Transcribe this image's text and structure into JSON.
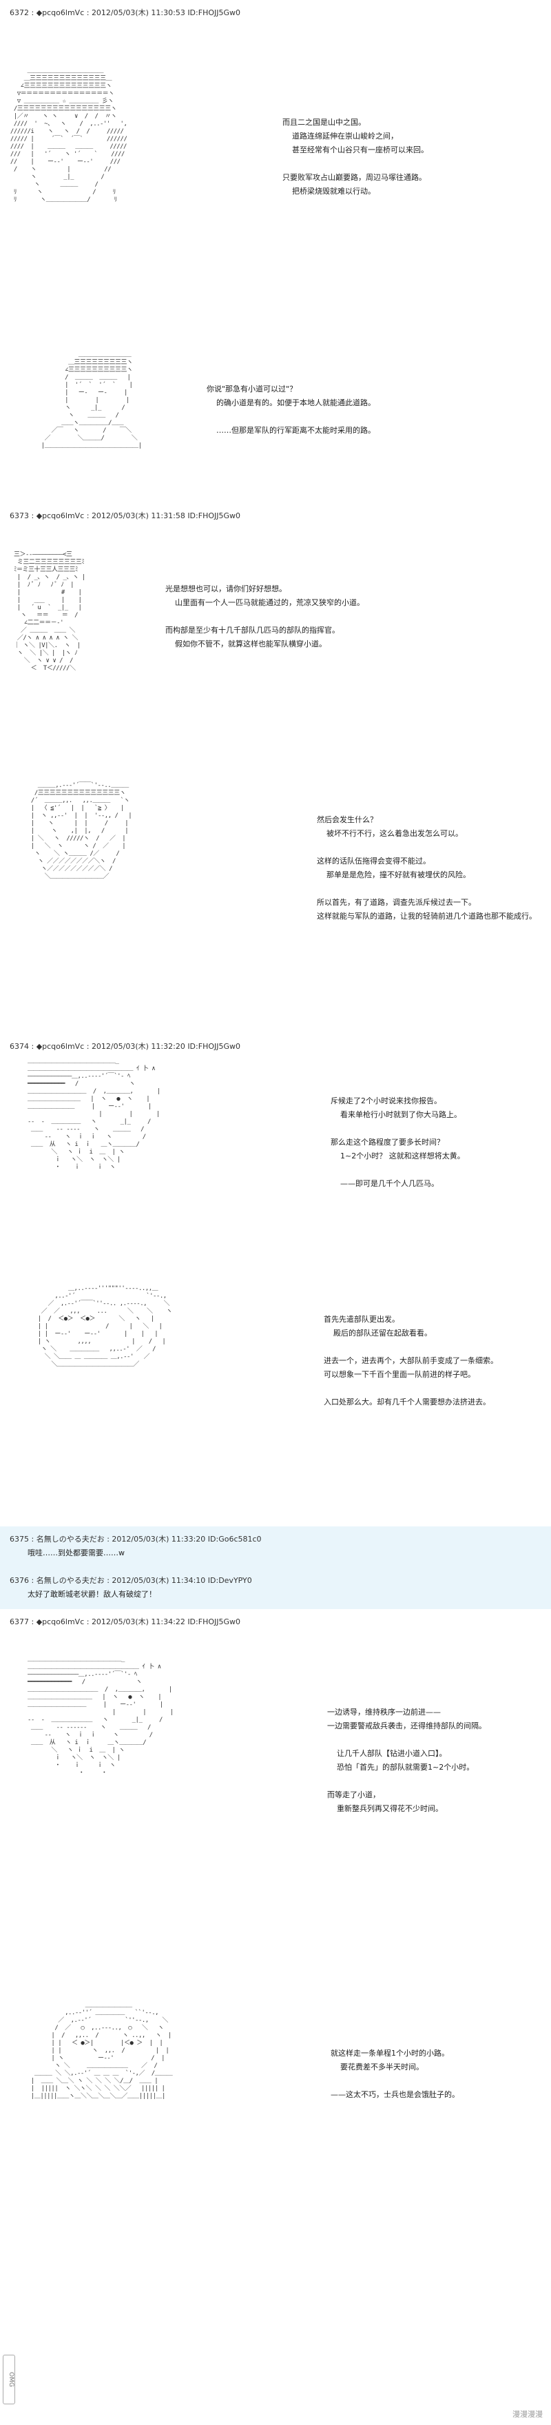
{
  "posts": [
    {
      "header": "6372 : ◆pcqo6lmVc : 2012/05/03(木) 11:30:53 ID:FHOJJ5Gw0",
      "blocks": [
        {
          "lines": [
            "而且二之国是山中之国。",
            "道路连绵延伸在崇山峻岭之间，",
            "甚至经常有个山谷只有一座桥可以来回。",
            "",
            "只要败军攻占山巅要路，周辺马塚往通路。",
            "把桥梁烧毁就难以行动。"
          ]
        },
        {
          "lines": [
            "你说\"那急有小道可以过\"？",
            "的确小道是有的。如便于本地人就能通此道路。",
            "",
            "……但那是军队的行军距离不太能时采用的路。"
          ]
        }
      ]
    },
    {
      "header": "6373 : ◆pcqo6lmVc : 2012/05/03(木) 11:31:58 ID:FHOJJ5Gw0",
      "blocks": [
        {
          "lines": [
            "光是想想也可以，请你们好好想想。",
            "山里面有一个人一匹马就能通过的，荒凉又狭窄的小道。",
            "",
            "而构部是至少有十几千部队几匹马的部队的指挥官。",
            "假如你不管不，就算这样也能军队横穿小道。"
          ]
        },
        {
          "lines": [
            "然后会发生什么？",
            "被坏不行不行，这么着急出发怎么可以。",
            "",
            "这样的话队伍拖得会变得不能过。",
            "那单是是危险，撞不好就有被埋伏的风险。",
            "",
            "所以首先，有了道路，调查先派斥候过去一下。",
            "这样就能与军队的道路，让我的轻骑前进几个道路也那不能成行。"
          ]
        }
      ]
    },
    {
      "header": "6374 : ◆pcqo6lmVc : 2012/05/03(木) 11:32:20 ID:FHOJJ5Gw0",
      "blocks": [
        {
          "lines": [
            "斥候走了2个小时说来找你报告。",
            "看来单枪行小时就到了你大马路上。",
            "",
            "那么走这个路程度了要多长时间？",
            "1~2个小时？ 这就和这样想将太黄。",
            "",
            "——即可是几千个人几匹马。"
          ]
        },
        {
          "lines": [
            "首先先遣部队更出发。",
            "殿后的部队还留在起敌看看。",
            "",
            "进去一个，进去再个，大部队前手变成了一条细索。",
            "可以想象一下千百个里面一队前进的样子吧。",
            "",
            "入口处那么大。却有几千个人需要想办法挤进去。"
          ]
        }
      ]
    },
    {
      "header": "6375 : 名無しのやる夫だお : 2012/05/03(木) 11:33:20 ID:Go6c581c0",
      "body": "哦哇……到处都要需要……w"
    },
    {
      "header": "6376 : 名無しのやる夫だお : 2012/05/03(木) 11:34:10 ID:DevYPY0",
      "body": "太好了敢断城老状爵！敌人有破绽了！"
    },
    {
      "header": "6377 : ◆pcqo6lmVc : 2012/05/03(木) 11:34:22 ID:FHOJJ5Gw0",
      "blocks": [
        {
          "lines": [
            "一边诱导，维持秩序一边前进——",
            "一边需要警戒敌兵袭击，还得维持部队的间隔。",
            "",
            "让几千人部队【钻进小道入口】。",
            "恐怕「首先」的部队就需要1~2个小时。",
            "",
            "而等走了小道，",
            "重新整兵列再又得花不少时间。"
          ]
        },
        {
          "lines": [
            "就这样走一条单程1个小时的小路。",
            "要花费差不多半天时间。",
            "",
            "——这太不巧，士兵也是会饿肚子的。"
          ]
        }
      ]
    }
  ],
  "watermark": "漫漫漫漫",
  "side_logo": "OMG"
}
